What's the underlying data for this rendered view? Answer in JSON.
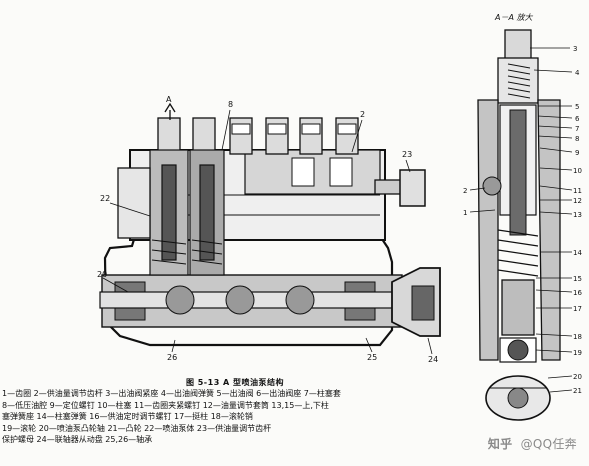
{
  "figure": {
    "section_title": "A－A 放大",
    "section_mark": "A",
    "main_labels": [
      "8",
      "2",
      "23",
      "22",
      "20",
      "26",
      "25",
      "24"
    ],
    "section_labels": [
      "3",
      "4",
      "5",
      "6",
      "7",
      "8",
      "9",
      "10",
      "2",
      "11",
      "1",
      "12",
      "13",
      "14",
      "15",
      "16",
      "17",
      "18",
      "19",
      "20",
      "21"
    ]
  },
  "caption": {
    "title": "图 5-13   A 型喷油泵结构",
    "lines": [
      "1—齿圈   2—供油量调节齿杆   3—出油阀紧座   4—出油阀弹簧   5—出油阀   6—出油阀座   7—柱塞套",
      "8—低压油腔   9—定位螺钉   10—柱塞   11—齿圈夹紧螺钉   12—油量调节套筒   13,15—上,下柱",
      "塞弹簧座   14—柱塞弹簧   16—供油定时调节螺钉   17—挺柱   18—滚轮销",
      "19—滚轮   20—喷油泵凸轮轴   21—凸轮   22—喷油泵体   23—供油量调节齿杆",
      "保护螺母   24—联轴器从动盘   25,26—轴承"
    ]
  },
  "watermark": {
    "site": "知乎",
    "user": "@QQ任奔"
  }
}
